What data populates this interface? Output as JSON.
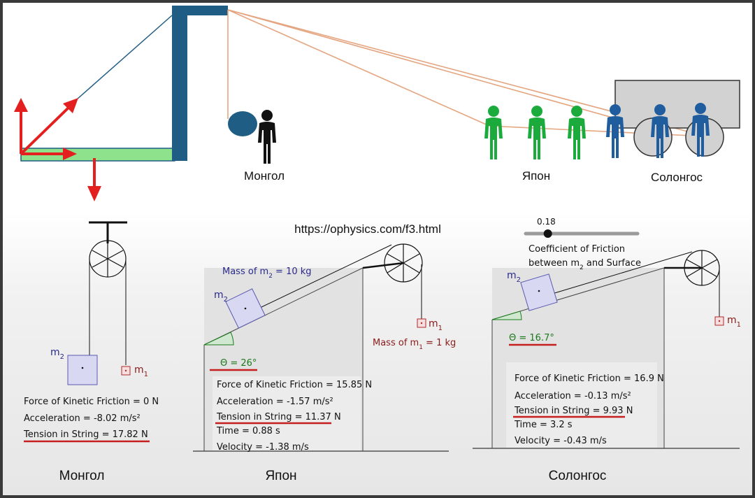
{
  "colors": {
    "tower": "#1f5d84",
    "green_team": "#1aab3c",
    "blue_team": "#1f5d9e",
    "rope": "#e4a580",
    "arrow": "#e41f1f",
    "platform": "#8ee28c",
    "cart": "#d2d2d2",
    "mass_fill": "#d8d8f2",
    "mass_stroke": "#5a5ab0",
    "angle": "#1a7a1a",
    "underline": "#c51f1f"
  },
  "scene": {
    "label_mongol": "Монгол",
    "label_japan": "Япон",
    "label_korea": "Солонгос"
  },
  "url": "https://ophysics.com/f3.html",
  "panel1": {
    "m2": "m",
    "m2_sub": "2",
    "m1": "m",
    "m1_sub": "1",
    "friction": "Force of Kinetic Friction = 0 N",
    "acceleration": "Acceleration = -8.02 m/s²",
    "tension": "Tension in String = 17.82 N",
    "caption": "Монгол"
  },
  "panel2": {
    "mass_m2_prefix": "Mass of m",
    "mass_m2_sub": "2",
    "mass_m2_suffix": " = 10 kg",
    "m2": "m",
    "m2_sub": "2",
    "m1": "m",
    "m1_sub": "1",
    "mass_m1_prefix": "Mass of m",
    "mass_m1_sub": "1",
    "mass_m1_suffix": " = 1 kg",
    "theta": "Θ = 26°",
    "friction": "Force of Kinetic Friction = 15.85 N",
    "acceleration": "Acceleration = -1.57 m/s²",
    "tension": "Tension in String = 11.37 N",
    "time": "Time = 0.88 s",
    "velocity": "Velocity = -1.38 m/s",
    "caption": "Япон"
  },
  "panel3": {
    "slider_value": 0.18,
    "slider_label": "0.18",
    "coef_line1": "Coefficient of Friction",
    "coef_line2_prefix": "between m",
    "coef_line2_sub": "2",
    "coef_line2_suffix": " and Surface",
    "m2": "m",
    "m2_sub": "2",
    "m1": "m",
    "m1_sub": "1",
    "theta": "Θ = 16.7°",
    "friction": "Force of Kinetic Friction = 16.9 N",
    "acceleration": "Acceleration = -0.13 m/s²",
    "tension": "Tension in String = 9.93 N",
    "time": "Time = 3.2 s",
    "velocity": "Velocity = -0.43 m/s",
    "caption": "Солонгос"
  }
}
